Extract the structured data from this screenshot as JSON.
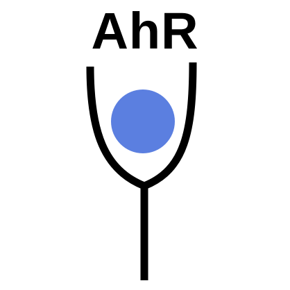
{
  "diagram": {
    "title": "AhR",
    "colors": {
      "background": "#ffffff",
      "receptor_stroke": "#000000",
      "ligand_fill": "#5b7fe0"
    },
    "icons": [
      "receptor-y-shape",
      "ligand-circle"
    ]
  }
}
